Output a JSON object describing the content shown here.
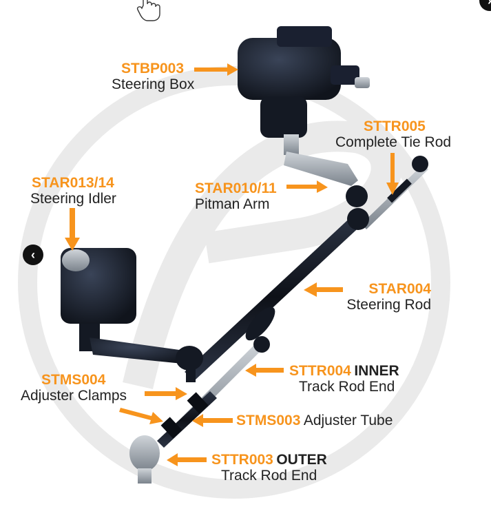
{
  "labels": {
    "steering_box": {
      "code": "STBP003",
      "desc": "Steering Box"
    },
    "tie_rod": {
      "code": "STTR005",
      "desc": "Complete Tie Rod"
    },
    "idler": {
      "code": "STAR013/14",
      "desc": "Steering Idler"
    },
    "pitman": {
      "code": "STAR010/11",
      "desc": "Pitman Arm"
    },
    "steering_rod": {
      "code": "STAR004",
      "desc": "Steering Rod"
    },
    "inner": {
      "code": "STTR004",
      "qualifier": "INNER",
      "desc": "Track Rod End"
    },
    "clamps": {
      "code": "STMS004",
      "desc": "Adjuster Clamps"
    },
    "tube": {
      "code": "STMS003",
      "desc": "Adjuster Tube"
    },
    "outer": {
      "code": "STTR003",
      "qualifier": "OUTER",
      "desc": "Track Rod End"
    }
  },
  "colors": {
    "accent": "#f7941d",
    "text": "#222222",
    "part": "#1c2230",
    "metal": "#9aa1a8"
  },
  "icons": {
    "prev": "chevron-left-icon",
    "cursor": "hand-pointer-icon",
    "next": "chevron-right-icon"
  }
}
